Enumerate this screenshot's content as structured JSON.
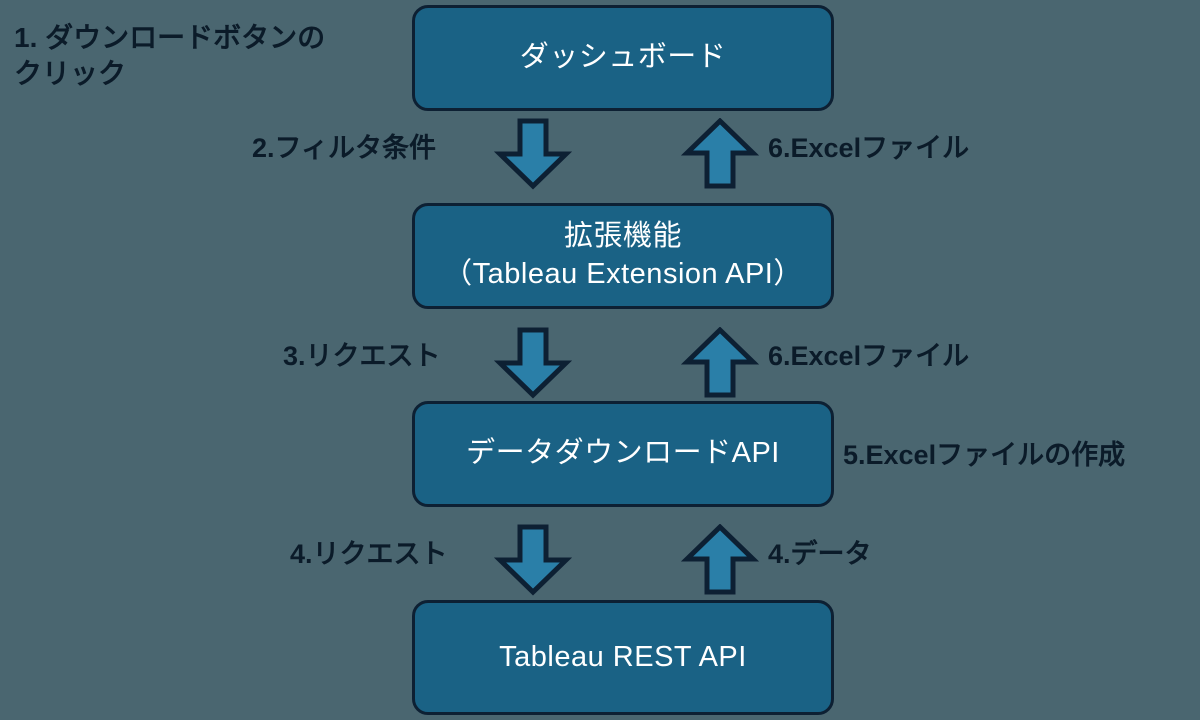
{
  "diagram": {
    "title": "Tableau Excel download sequence",
    "background_color": "#4a6670",
    "node_fill_color": "#1a6285",
    "node_border_color": "#0d2033",
    "arrow_fill_color": "#2a7fa8",
    "text_color": "#0b1b29",
    "node_text_color": "#ffffff"
  },
  "nodes": [
    {
      "id": "dashboard",
      "label": "ダッシュボード"
    },
    {
      "id": "extension",
      "label": "拡張機能\n（Tableau Extension API）"
    },
    {
      "id": "download_api",
      "label": "データダウンロードAPI"
    },
    {
      "id": "rest_api",
      "label": "Tableau REST API"
    }
  ],
  "steps": [
    {
      "number": "1",
      "text": "1.  ダウンロードボタンの\n     クリック",
      "direction": "none"
    },
    {
      "number": "2",
      "text": "2.フィルタ条件",
      "direction": "down"
    },
    {
      "number": "3",
      "text": "3.リクエスト",
      "direction": "down"
    },
    {
      "number": "4",
      "text": "4.リクエスト",
      "direction": "down"
    },
    {
      "number": "4",
      "text": "4.データ",
      "direction": "up"
    },
    {
      "number": "5",
      "text": "5.Excelファイルの作成",
      "direction": "none"
    },
    {
      "number": "6",
      "text": "6.Excelファイル",
      "direction": "up"
    }
  ],
  "labels": {
    "step1": "1.  ダウンロードボタンの\n     クリック",
    "step2_filter": "2.フィルタ条件",
    "step6_excel_top": "6.Excelファイル",
    "step3_request": "3.リクエスト",
    "step6_excel_mid": "6.Excelファイル",
    "step5_create_excel": "5.Excelファイルの作成",
    "step4_request": "4.リクエスト",
    "step4_data": "4.データ"
  },
  "arrows": [
    {
      "name": "dashboard-to-extension",
      "direction": "down",
      "step": "2"
    },
    {
      "name": "extension-to-dashboard",
      "direction": "up",
      "step": "6"
    },
    {
      "name": "extension-to-download-api",
      "direction": "down",
      "step": "3"
    },
    {
      "name": "download-api-to-extension",
      "direction": "up",
      "step": "6"
    },
    {
      "name": "download-api-to-rest-api",
      "direction": "down",
      "step": "4"
    },
    {
      "name": "rest-api-to-download-api",
      "direction": "up",
      "step": "4"
    }
  ]
}
